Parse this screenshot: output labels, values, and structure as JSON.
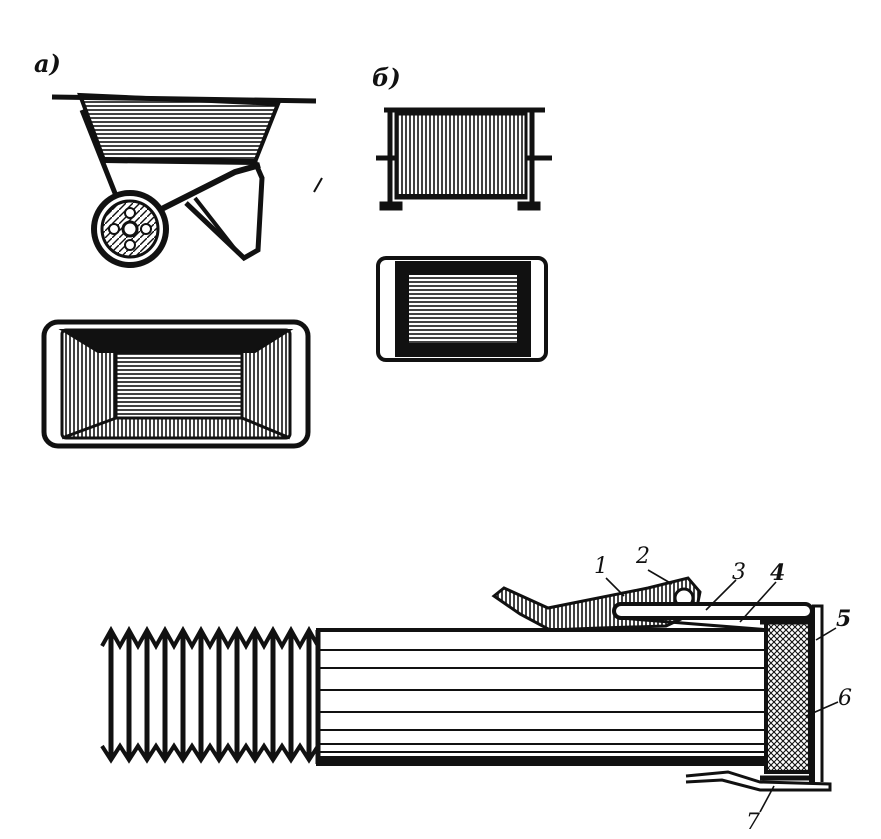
{
  "panel_labels": {
    "a": "а)",
    "b": "б)"
  },
  "part_numbers": [
    "1",
    "2",
    "3",
    "4",
    "5",
    "6",
    "7"
  ],
  "colors": {
    "ink": "#111111",
    "paper": "#ffffff"
  }
}
